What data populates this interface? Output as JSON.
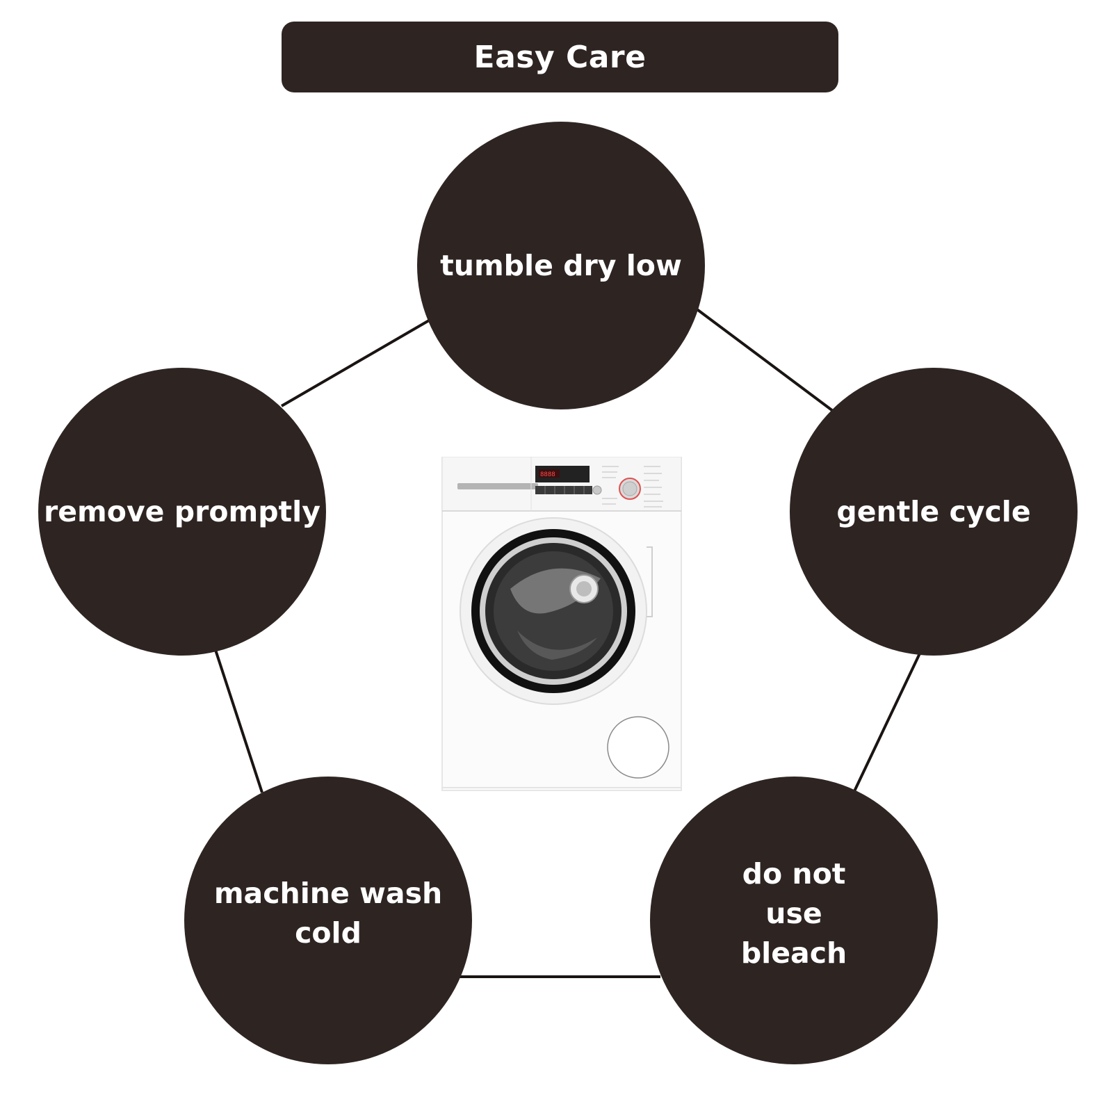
{
  "title": "Easy Care",
  "colors": {
    "node_fill": "#2e2523",
    "title_fill": "#2e2523",
    "connector": "#1a1413",
    "text": "#ffffff"
  },
  "instructions": [
    {
      "id": "top",
      "label": "tumble dry low"
    },
    {
      "id": "right",
      "label": "gentle cycle"
    },
    {
      "id": "bottom-right",
      "label": "do not use bleach"
    },
    {
      "id": "bottom-left",
      "label": "machine wash cold"
    },
    {
      "id": "left",
      "label": "remove promptly"
    }
  ],
  "center_image": {
    "icon": "washing-machine-icon"
  }
}
